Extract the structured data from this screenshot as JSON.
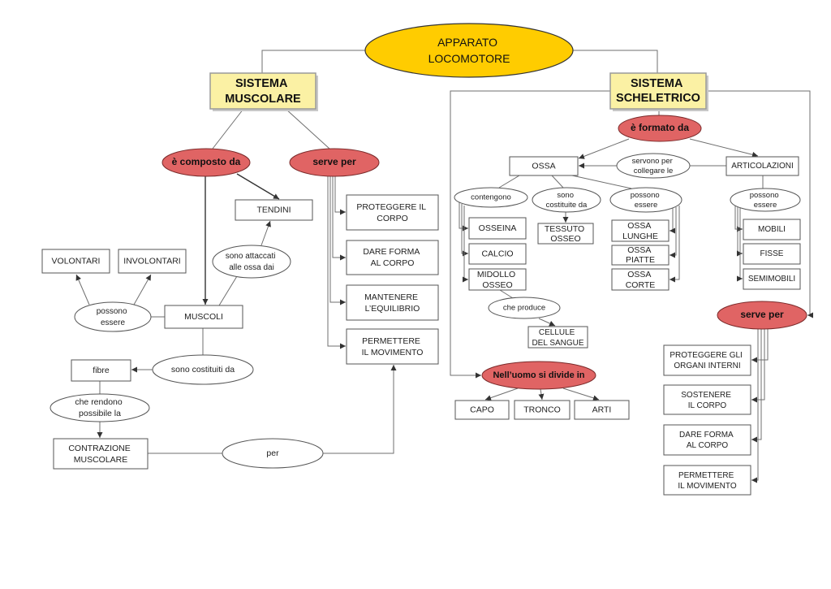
{
  "colors": {
    "root": "#ffcc00",
    "system": "#fbf1a4",
    "verb": "#e06464"
  },
  "root": {
    "lines": [
      "APPARATO",
      "LOCOMOTORE"
    ]
  },
  "muscolare": {
    "title": [
      "SISTEMA",
      "MUSCOLARE"
    ],
    "composto_da": "è composto da",
    "serve_per": "serve per",
    "tendini": "TENDINI",
    "funzioni": [
      [
        "PROTEGGERE IL",
        "CORPO"
      ],
      [
        "DARE FORMA",
        "AL CORPO"
      ],
      [
        "MANTENERE",
        "L’EQUILIBRIO"
      ],
      [
        "PERMETTERE",
        "IL MOVIMENTO"
      ]
    ],
    "volontari": "VOLONTARI",
    "involontari": "INVOLONTARI",
    "possono_essere": [
      "possono",
      "essere"
    ],
    "muscoli": "MUSCOLI",
    "attaccati": [
      "sono attaccati",
      "alle ossa dai"
    ],
    "costituiti": "sono costituiti da",
    "fibre": "fibre",
    "rendono": [
      "che rendono",
      "possibile la"
    ],
    "contrazione": [
      "CONTRAZIONE",
      "MUSCOLARE"
    ],
    "per": "per"
  },
  "scheletrico": {
    "title": [
      "SISTEMA",
      "SCHELETRICO"
    ],
    "formato_da": "è formato da",
    "ossa": "OSSA",
    "articolazioni": "ARTICOLAZIONI",
    "servono": [
      "servono per",
      "collegare le"
    ],
    "contengono": "contengono",
    "costituite": [
      "sono",
      "costituite da"
    ],
    "possono_essere_ossa": [
      "possono",
      "essere"
    ],
    "osseina": "OSSEINA",
    "calcio": "CALCIO",
    "midollo": [
      "MIDOLLO",
      "OSSEO"
    ],
    "tessuto": [
      "TESSUTO",
      "OSSEO"
    ],
    "tipi_ossa": [
      [
        "OSSA",
        "LUNGHE"
      ],
      [
        "OSSA",
        "PIATTE"
      ],
      [
        "OSSA",
        "CORTE"
      ]
    ],
    "che_produce": "che produce",
    "cellule": [
      "CELLULE",
      "DEL SANGUE"
    ],
    "possono_essere_art": [
      "possono",
      "essere"
    ],
    "tipi_articolazioni": [
      "MOBILI",
      "FISSE",
      "SEMIMOBILI"
    ],
    "serve_per": "serve per",
    "funzioni": [
      [
        "PROTEGGERE GLI",
        "ORGANI INTERNI"
      ],
      [
        "SOSTENERE",
        "IL CORPO"
      ],
      [
        "DARE FORMA",
        "AL CORPO"
      ],
      [
        "PERMETTERE",
        "IL MOVIMENTO"
      ]
    ],
    "divide": "Nell’uomo si divide in",
    "parti": [
      "CAPO",
      "TRONCO",
      "ARTI"
    ]
  }
}
